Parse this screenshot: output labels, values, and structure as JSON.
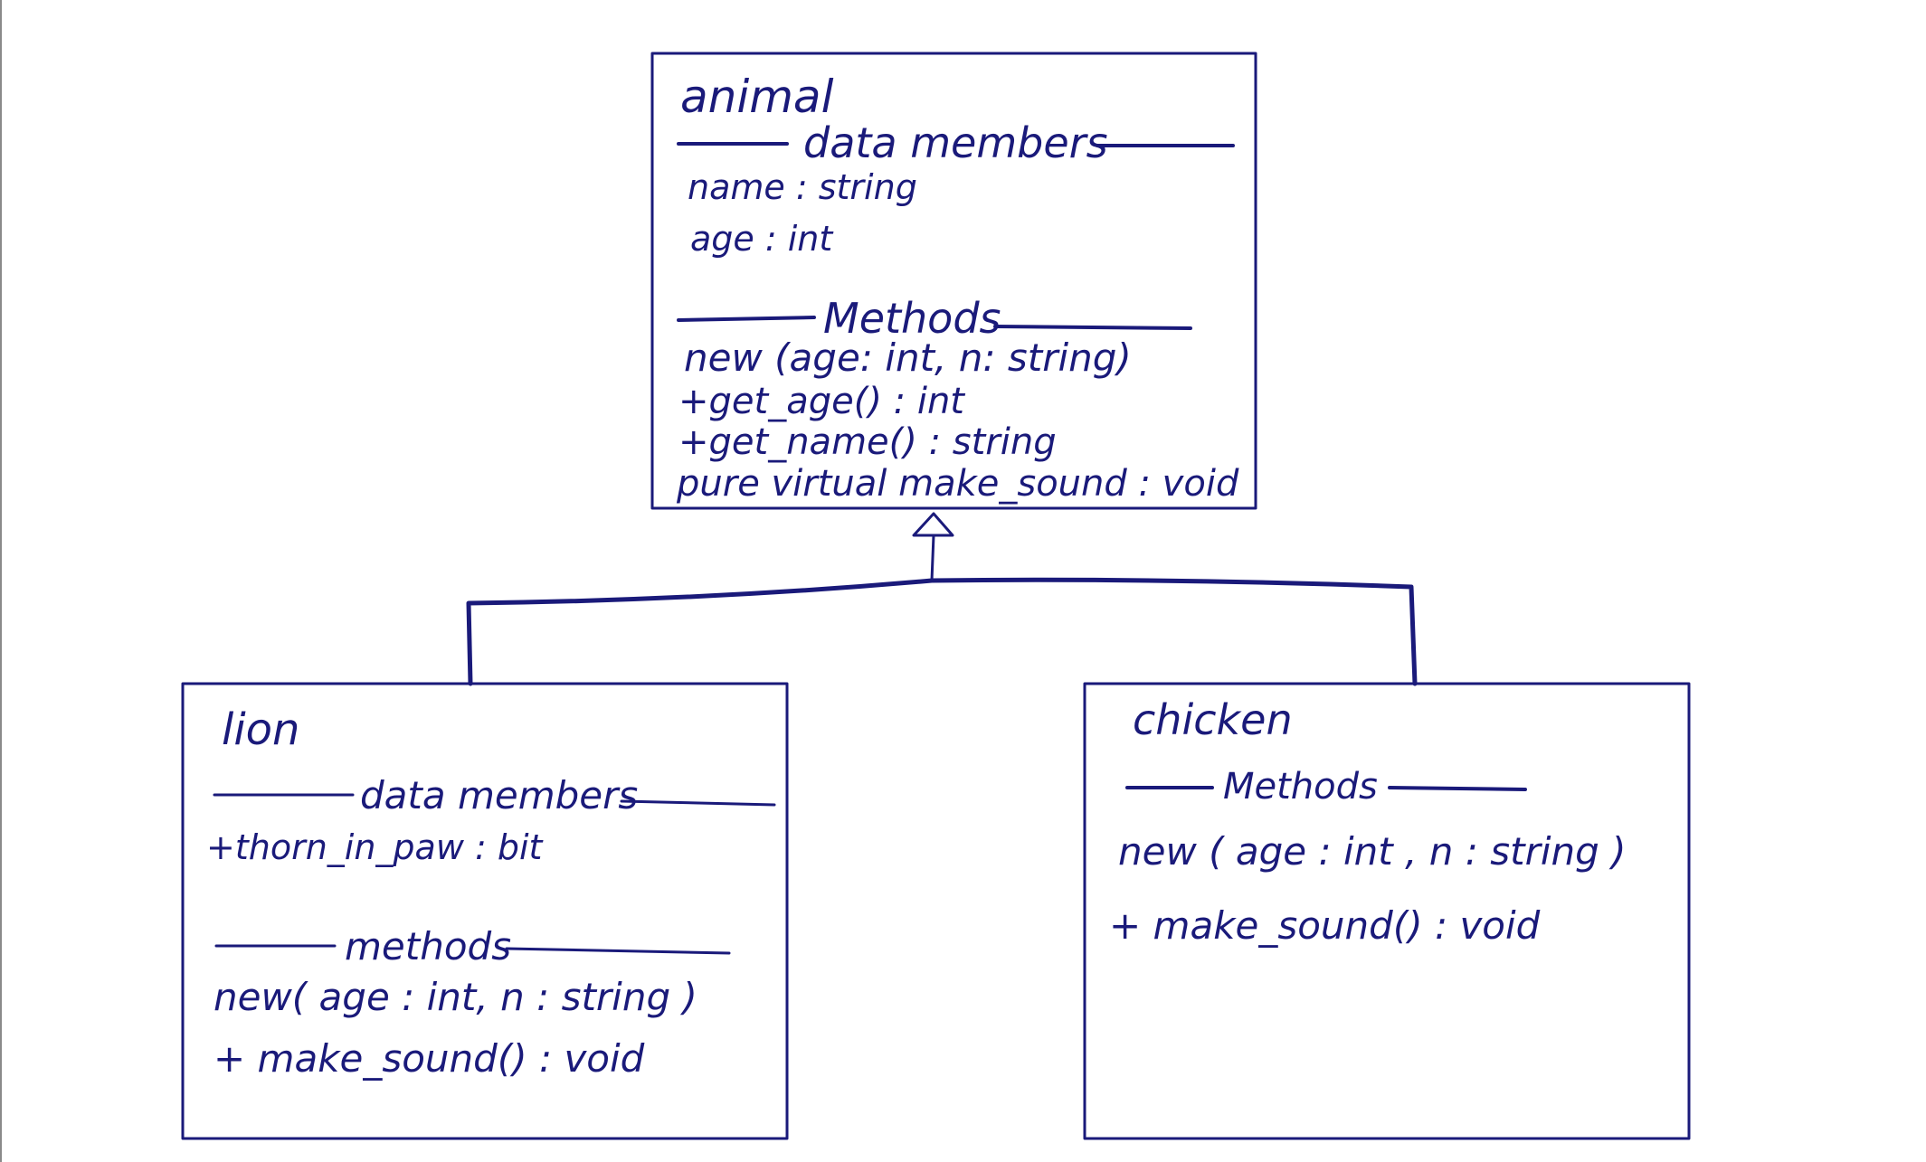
{
  "ink_color": "#1a1a7a",
  "page_edge_color": "#8a8a8a",
  "classes": {
    "animal": {
      "name": "animal",
      "data_members_header": "data members",
      "data_members": [
        "name : string",
        "age : int"
      ],
      "methods_header": "Methods",
      "methods": [
        "new (age: int, n: string)",
        "+get_age() : int",
        "+get_name() : string",
        "pure virtual make_sound : void"
      ]
    },
    "lion": {
      "name": "lion",
      "data_members_header": "data members",
      "data_members": [
        "+thorn_in_paw : bit"
      ],
      "methods_header": "methods",
      "methods": [
        "new( age : int, n : string )",
        "+ make_sound() : void"
      ]
    },
    "chicken": {
      "name": "chicken",
      "methods_header": "Methods",
      "methods": [
        "new ( age : int , n : string )",
        "+ make_sound() : void"
      ]
    }
  },
  "relations": [
    {
      "type": "inheritance",
      "from": "lion",
      "to": "animal"
    },
    {
      "type": "inheritance",
      "from": "chicken",
      "to": "animal"
    }
  ]
}
